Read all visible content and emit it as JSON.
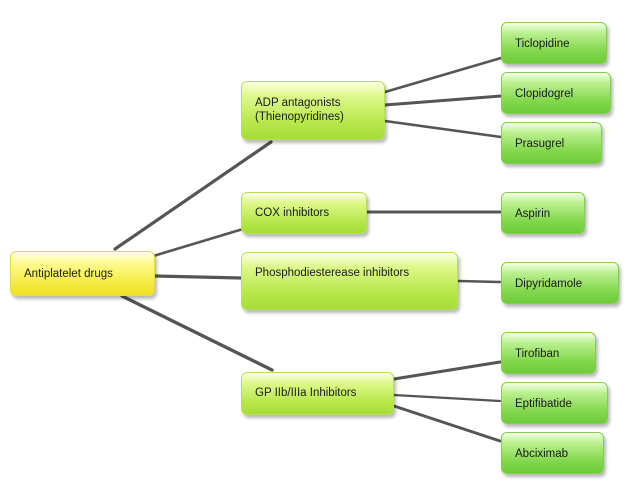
{
  "diagram": {
    "root": {
      "label": "Antiplatelet drugs"
    },
    "categories": [
      {
        "label": "ADP antagonists\n(Thienopyridines)",
        "drugs": [
          "Ticlopidine",
          "Clopidogrel",
          "Prasugrel"
        ]
      },
      {
        "label": "COX inhibitors",
        "drugs": [
          "Aspirin"
        ]
      },
      {
        "label": "Phosphodiesterease inhibitors",
        "drugs": [
          "Dipyridamole"
        ]
      },
      {
        "label": "GP IIb/IIIa Inhibitors",
        "drugs": [
          "Tirofiban",
          "Eptifibatide",
          "Abciximab"
        ]
      }
    ]
  },
  "colors": {
    "root_fill": "#f4ea3d",
    "category_fill": "#b8e84c",
    "drug_fill": "#83d84c",
    "connector": "#555555"
  }
}
